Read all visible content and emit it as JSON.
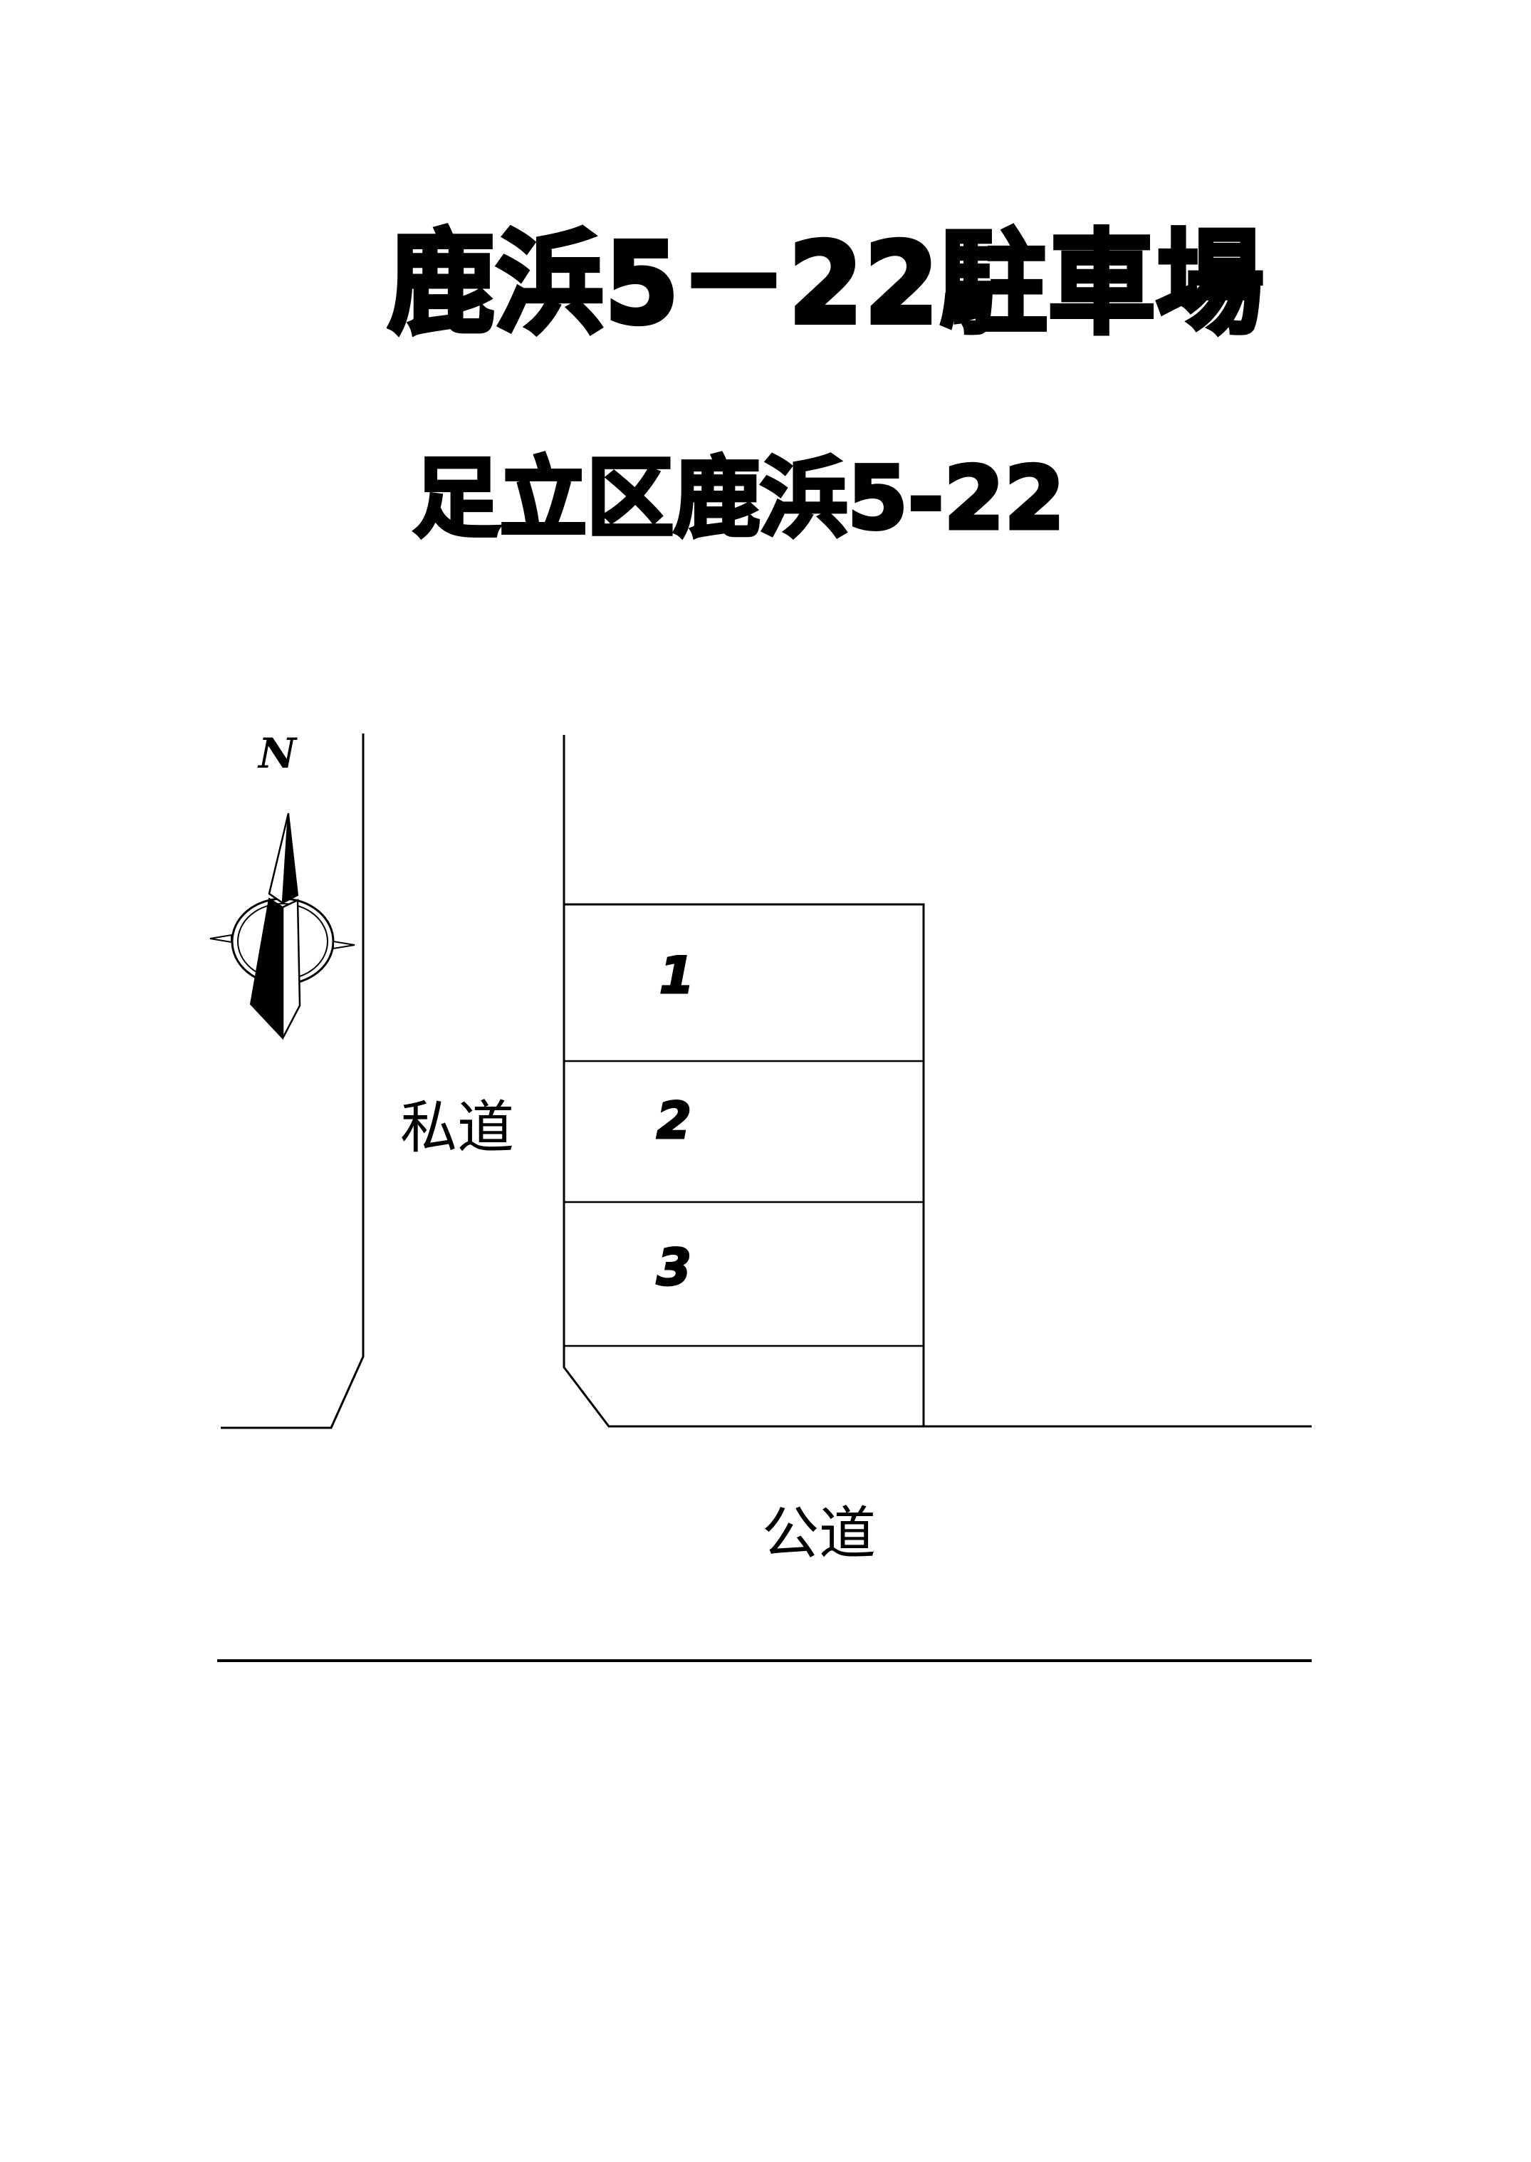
{
  "title": "鹿浜5－22駐車場",
  "address": "足立区鹿浜5-22",
  "compass": {
    "north_label": "N"
  },
  "roads": {
    "private_road_label": "私道",
    "public_road_label": "公道"
  },
  "parking_spaces": [
    {
      "number": "1"
    },
    {
      "number": "2"
    },
    {
      "number": "3"
    }
  ],
  "colors": {
    "line": "#000000",
    "background": "#ffffff"
  }
}
